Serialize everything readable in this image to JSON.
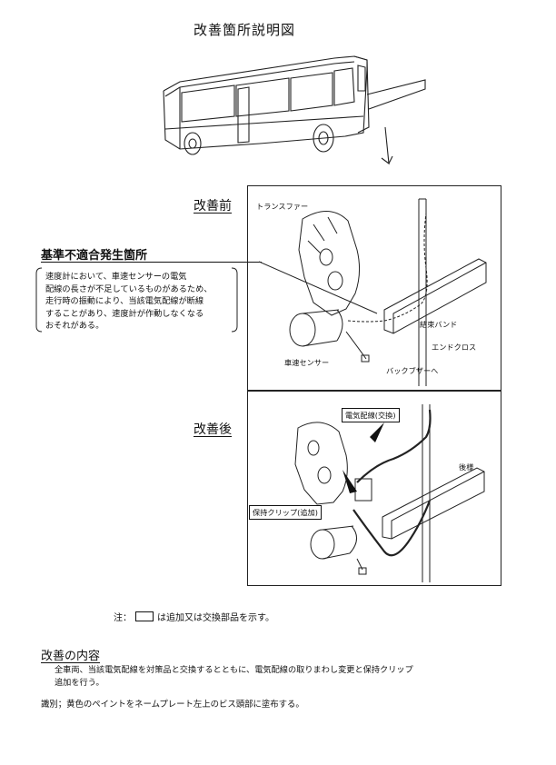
{
  "title": "改善箇所説明図",
  "before_label": "改善前",
  "after_label": "改善後",
  "callout": {
    "heading": "基準不適合発生箇所",
    "text": "速度計において、車速センサーの電気\n配線の長さが不足しているものがあるため、\n走行時の振動により、当該電気配線が断線\nすることがあり、速度計が作動しなくなる\nおそれがある。"
  },
  "before_labels": {
    "transfer": "トランスファー",
    "binding_band": "結束バンド",
    "end_cross": "エンドクロス",
    "speed_sensor": "車速センサー",
    "to_back_buzzer": "バックブザーへ"
  },
  "after_labels": {
    "wiring_replaced": "電気配線(交換)",
    "rear_member": "後様",
    "clip_added": "保持クリップ(追加)"
  },
  "note": {
    "prefix": "注：",
    "suffix": "は追加又は交換部品を示す。"
  },
  "content": {
    "heading": "改善の内容",
    "body": "全車両、当該電気配線を対策品と交換するとともに、電気配線の取りまわし変更と保持クリップ\n追加を行う。",
    "identification": "識別；黄色のペイントをネームプレート左上のビス頭部に塗布する。"
  }
}
